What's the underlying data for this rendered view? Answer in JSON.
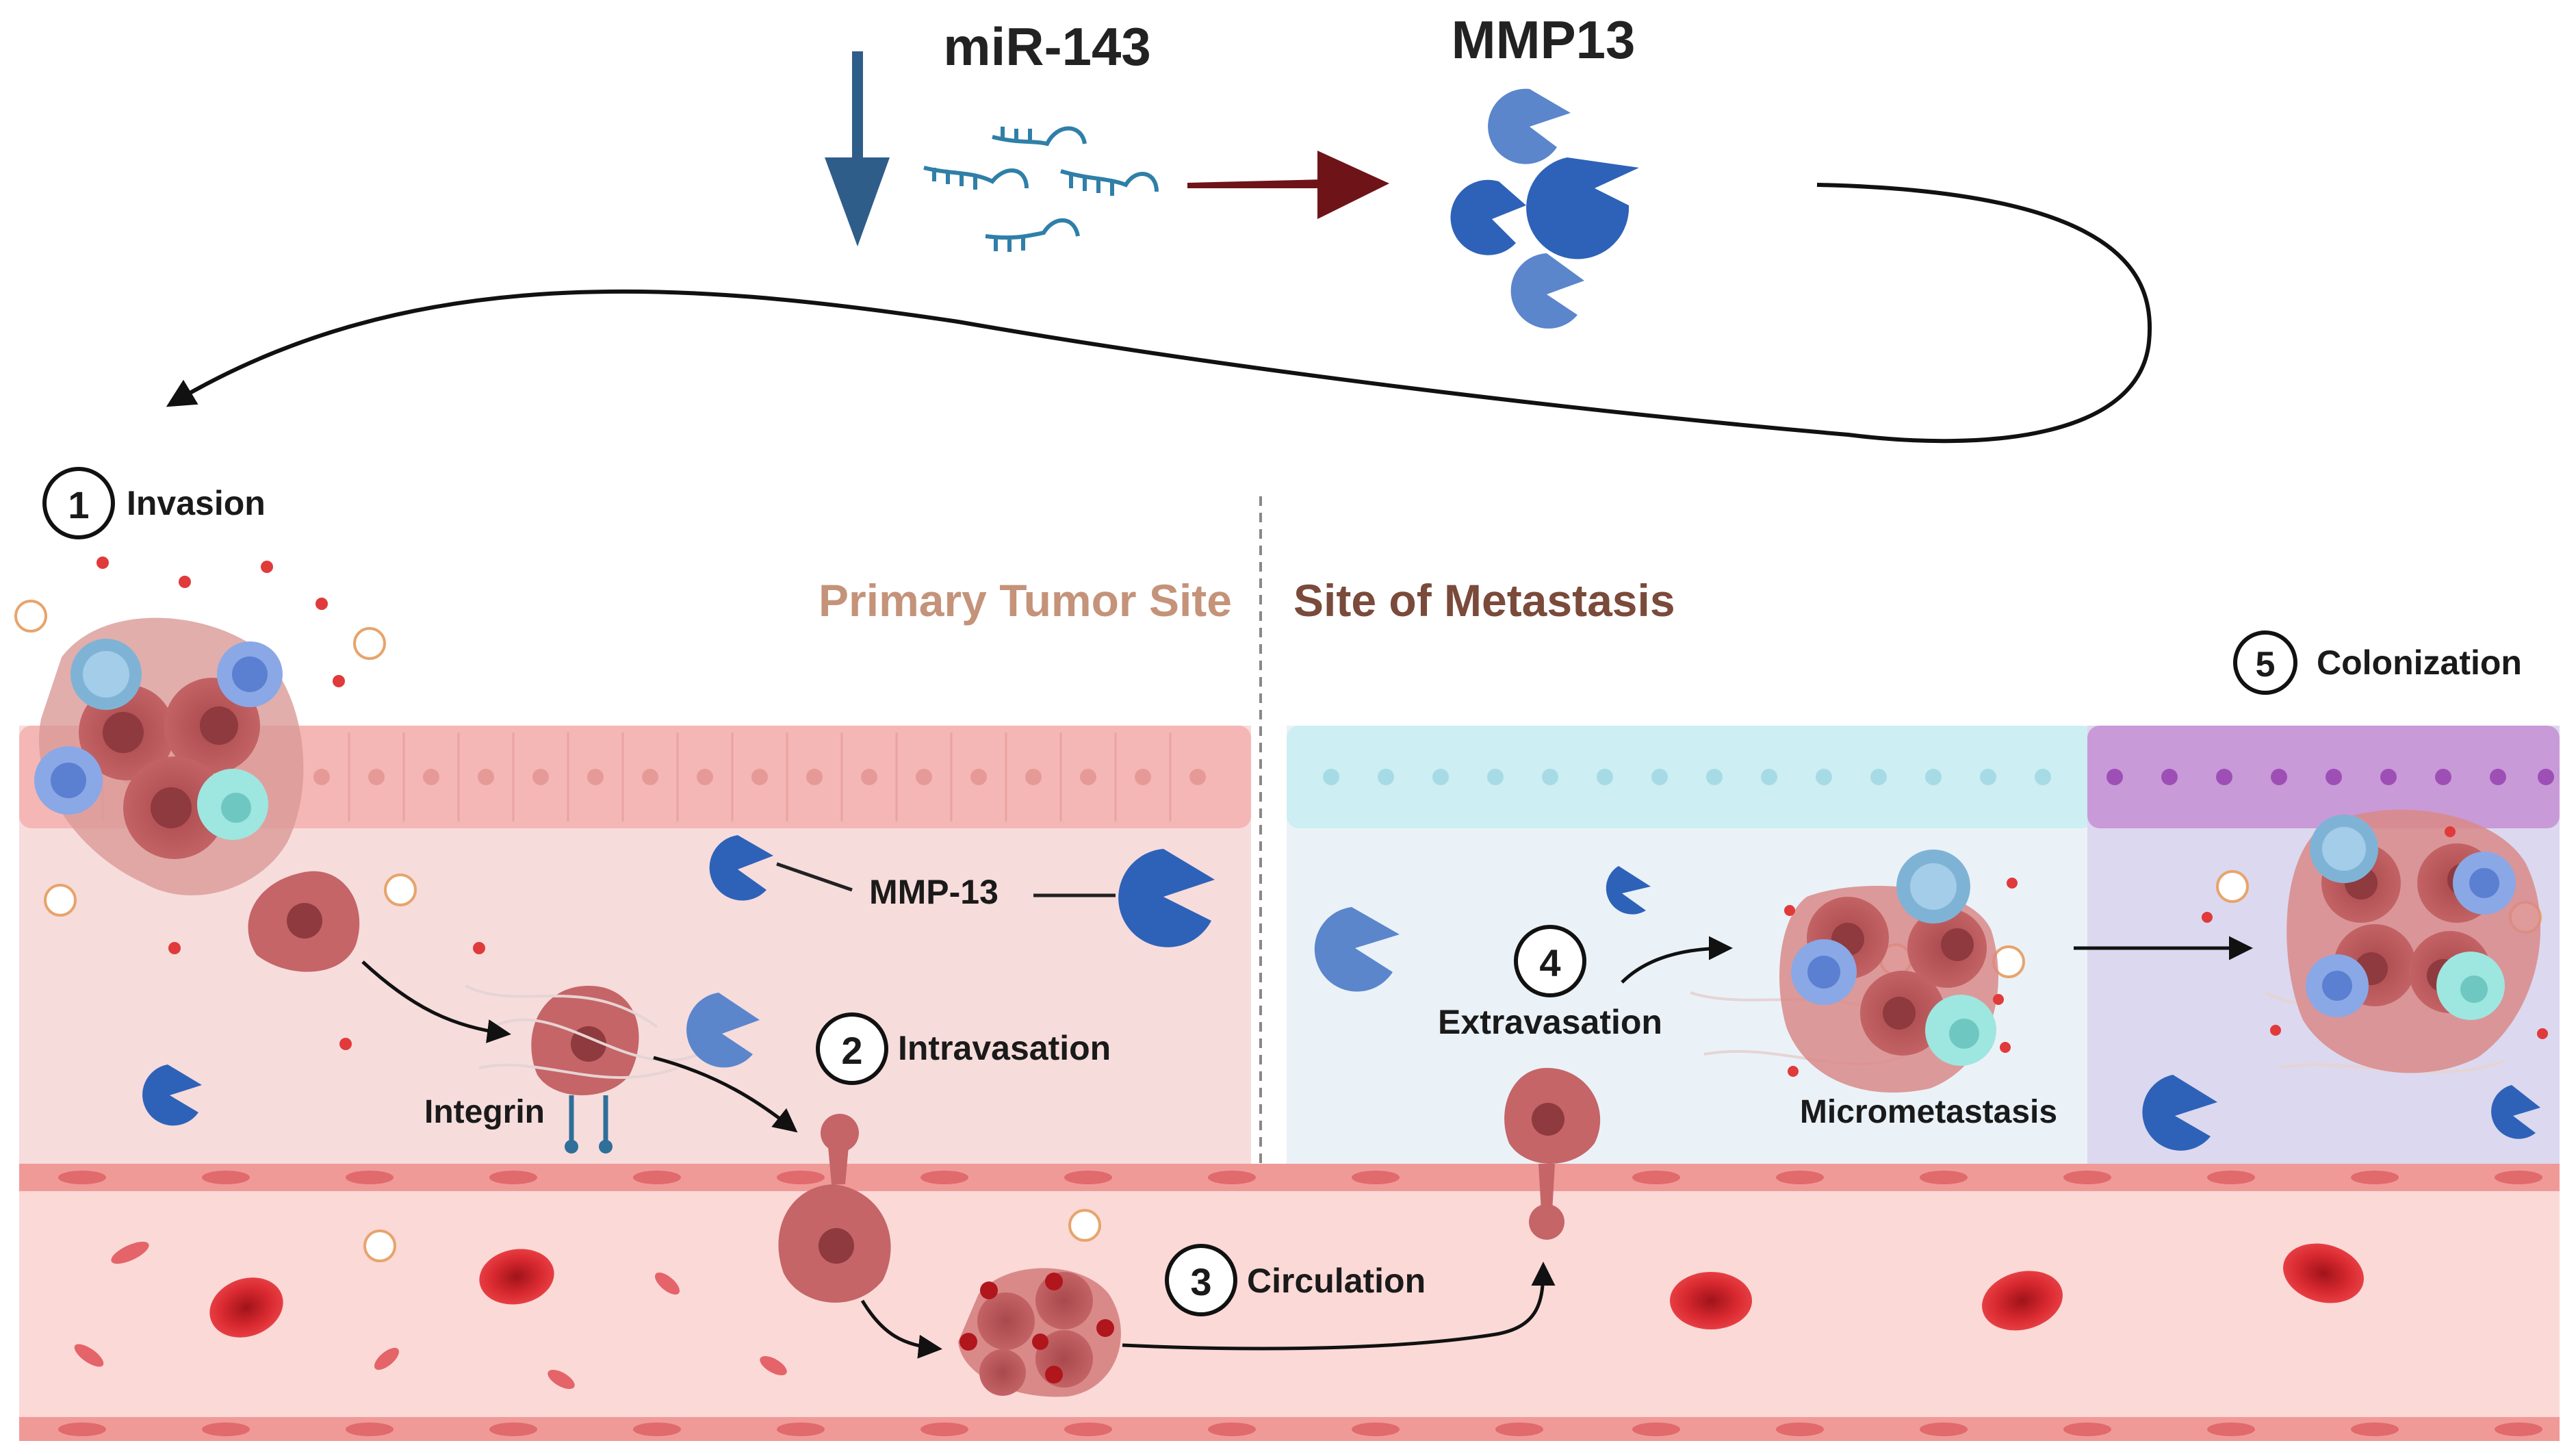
{
  "top": {
    "mirna_label": "miR-143",
    "protein_label": "MMP13"
  },
  "sites": {
    "primary": "Primary Tumor Site",
    "metastasis": "Site of Metastasis"
  },
  "steps": [
    {
      "num": "1",
      "label": "Invasion"
    },
    {
      "num": "2",
      "label": "Intravasation"
    },
    {
      "num": "3",
      "label": "Circulation"
    },
    {
      "num": "4",
      "label": "Extravasation"
    },
    {
      "num": "5",
      "label": "Colonization"
    }
  ],
  "labels": {
    "mmp13": "MMP-13",
    "integrin": "Integrin",
    "micrometastasis": "Micrometastasis"
  },
  "colors": {
    "mirna_down_arrow": "#2f5d8a",
    "mmp_blue": "#2e62b8",
    "mmp_light_blue": "#5b86cc",
    "dark_red_arrow": "#6e1418",
    "primary_text": "#c4937a",
    "metastasis_text": "#7a4a3a",
    "tumor_cell": "#b8585a",
    "vessel": "#f3b8b2",
    "red_blood_cell": "#e0343a"
  }
}
